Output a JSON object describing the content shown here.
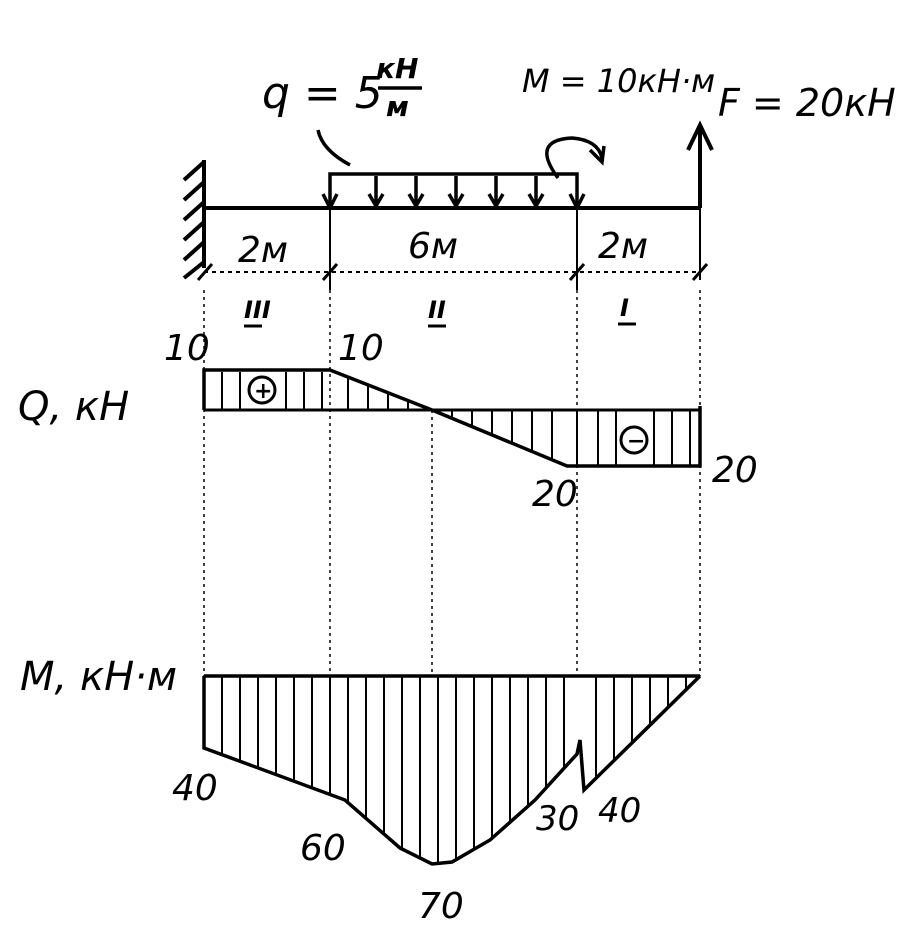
{
  "labels": {
    "q_prefix": "q = 5",
    "q_unit_top": "кН",
    "q_unit_bottom": "м",
    "moment": "M = 10кН·м",
    "force": "F = 20кН",
    "seg_left_len": "2м",
    "seg_mid_len": "6м",
    "seg_right_len": "2м",
    "sec_left": "III",
    "sec_mid": "II",
    "sec_right": "I",
    "q_axis": "Q, кН",
    "m_axis": "M, кН·м",
    "q_plus": "+",
    "q_minus": "−"
  },
  "shear_values": {
    "left_top": "10",
    "mid_top": "10",
    "mid_bottom": "20",
    "right": "20"
  },
  "moment_values": {
    "left": "40",
    "mid_left": "60",
    "peak": "70",
    "jump_lower": "30",
    "jump_upper": "40"
  },
  "colors": {
    "ink": "#000000",
    "paper": "#ffffff"
  }
}
